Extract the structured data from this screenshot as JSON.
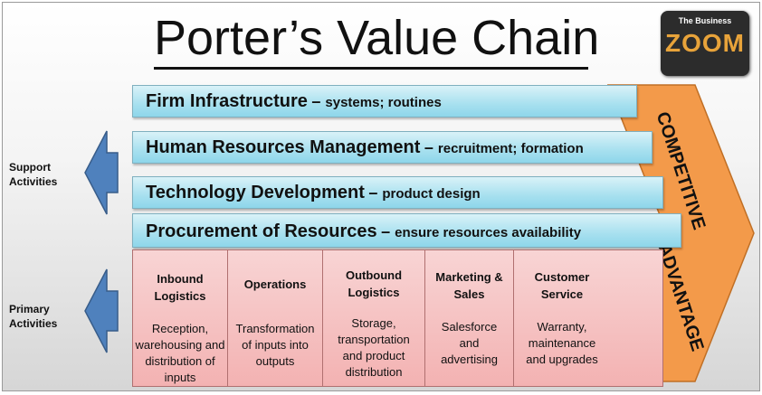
{
  "title": "Porter’s Value Chain",
  "logo": {
    "small_text": "The Business",
    "big_text": "ZOOM"
  },
  "support_label": "Support Activities",
  "primary_label": "Primary Activities",
  "support_activities": [
    {
      "name": "Firm Infrastructure",
      "detail": "systems; routines"
    },
    {
      "name": "Human Resources Management",
      "detail": "recruitment; formation"
    },
    {
      "name": "Technology Development",
      "detail": "product design"
    },
    {
      "name": "Procurement of Resources",
      "detail": "ensure resources availability"
    }
  ],
  "primary_activities": [
    {
      "name": "Inbound Logistics",
      "detail": "Reception, warehousing and distribution of inputs"
    },
    {
      "name": "Operations",
      "detail": "Transformation of inputs into outputs"
    },
    {
      "name": "Outbound Logistics",
      "detail": "Storage, transportation and product distribution"
    },
    {
      "name": "Marketing & Sales",
      "detail": "Salesforce and advertising"
    },
    {
      "name": "Customer Service",
      "detail": "Warranty, maintenance and upgrades"
    }
  ],
  "margin_text_1": "COMPETITIVE",
  "margin_text_2": "ADVANTAGE",
  "colors": {
    "support_fill": "#a7e0ef",
    "primary_fill": "#f3b2b2",
    "margin_fill": "#f39a4a",
    "arrow_fill": "#4f81bd"
  }
}
